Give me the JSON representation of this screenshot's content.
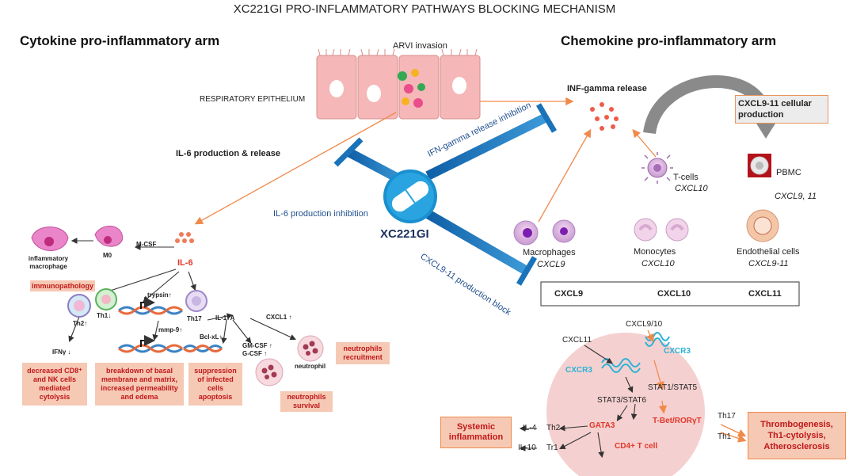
{
  "title": "XC221GI PRO-INFLAMMATORY PATHWAYS BLOCKING MECHANISM",
  "left_arm": {
    "title": "Cytokine pro-inflammatory arm"
  },
  "right_arm": {
    "title": "Chemokine pro-inflammatory arm"
  },
  "epithelium": {
    "invasion": "ARVI invasion",
    "label": "RESPIRATORY EPITHELIUM"
  },
  "drug": {
    "name": "XC221GI"
  },
  "inhibitions": {
    "ifn": "IFN-gamma release inhibition",
    "il6": "IL-6 production  inhibition",
    "cxcl": "CXCL9-11 production  block"
  },
  "il6_release": "IL-6 production & release",
  "ifn_release": "INF-gamma release",
  "cxcl_box": "CXCL9-11 cellular production",
  "cells": {
    "tcells": {
      "name": "T-cells",
      "chemokine": "CXCL10"
    },
    "pbmc": {
      "name": "PBMC",
      "chemokine": "CXCL9, 11"
    },
    "macrophages": {
      "name": "Macrophages",
      "chemokine": "CXCL9"
    },
    "monocytes": {
      "name": "Monocytes",
      "chemokine": "CXCL10"
    },
    "endothelial": {
      "name": "Endothelial cells",
      "chemokine": "CXCL9-11"
    }
  },
  "cxcl_row": [
    "CXCL9",
    "CXCL10",
    "CXCL11"
  ],
  "cytokine": {
    "il6": "IL-6",
    "mcsf": "M-CSF",
    "m0": "M0",
    "macrophage": "inflammatory macrophage",
    "immuno": "immunopathology",
    "th2": "Th2↑",
    "th1": "Th1↓",
    "trypsin": "trypsin↑",
    "mmp": "mmp-9↑",
    "th17": "Th17",
    "il17a": "IL-17A",
    "cxcl1": "CXCL1 ↑",
    "bclxl": "Bcl-xL↑",
    "gmcsf": "GM-CSF ↑",
    "gcsf": "G-CSF ↑",
    "neutrophil": "neutrophil",
    "ifny": "IFNγ ↓",
    "box_cd8": "decreased CD8⁺ and NK cells mediated cytolysis",
    "box_basal": "breakdown of basal membrane and matrix, increased permeability and edema",
    "box_supp": "suppression of infected cells apoptosis",
    "box_survival": "neutrophils survival",
    "box_recruit": "neutrophils recruitment"
  },
  "tcell": {
    "cxcl910": "CXCL9/10",
    "cxcl11": "CXCL11",
    "cxcr3": "CXCR3",
    "stat15": "STAT1/STAT5",
    "stat36": "STAT3/STAT6",
    "tbet": "T-Bet/RORγT",
    "gata3": "GATA3",
    "th17": "Th17",
    "th1": "Th1",
    "th2": "Th2",
    "tr1": "Tr1",
    "il4": "IL-4",
    "il10": "IL-10",
    "cd4": "CD4+ T cell",
    "systemic": "Systemic inflammation",
    "thrombo": "Thrombogenesis, Th1-cytolysis, Atherosclerosis"
  },
  "colors": {
    "inhibitor": "#1a72b8",
    "arrow": "#f08a4b",
    "alert": "#c0181a",
    "receptor": "#2bb3d6"
  }
}
